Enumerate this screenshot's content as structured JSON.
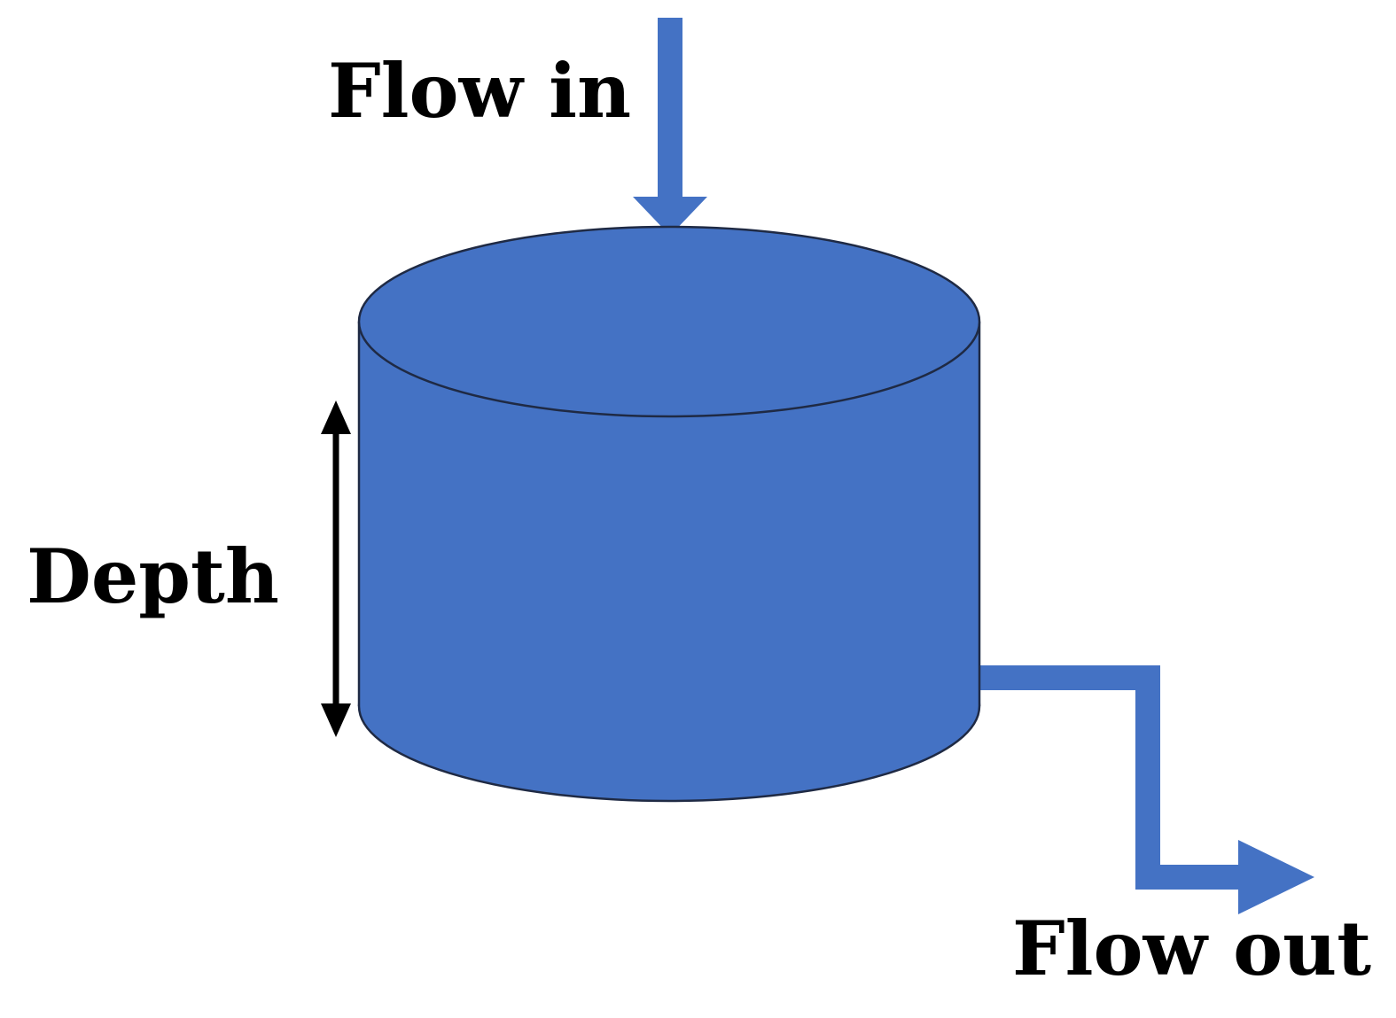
{
  "labels": {
    "flow_in": "Flow in",
    "depth": "Depth",
    "flow_out": "Flow out"
  },
  "colors": {
    "tank_fill": "#4472C4",
    "tank_outline": "#1F2A44",
    "pipe": "#4472C4",
    "depth_arrow": "#000000",
    "text": "#000000"
  }
}
